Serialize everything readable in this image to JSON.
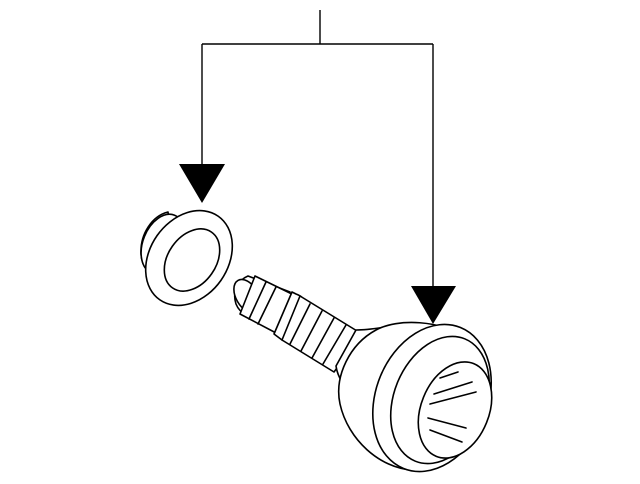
{
  "diagram": {
    "type": "exploded parts illustration",
    "parts": [
      {
        "id": "seal-cap",
        "icon": "seal-cap-part"
      },
      {
        "id": "cv-joint-assembly",
        "icon": "cv-joint-part"
      }
    ],
    "callout": {
      "style": "single leader splitting to two arrows",
      "targets": [
        "seal-cap",
        "cv-joint-assembly"
      ]
    },
    "colors": {
      "line": "#000000",
      "background": "#ffffff"
    }
  }
}
